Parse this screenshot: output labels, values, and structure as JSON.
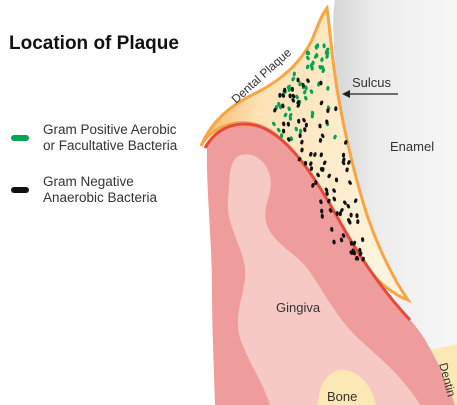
{
  "title": "Location of Plaque",
  "legend": [
    {
      "line1": "Gram Positive Aerobic",
      "line2": "or Facultative Bacteria",
      "color": "#00a651",
      "marker": "green-dash"
    },
    {
      "line1": "Gram Negative",
      "line2": "Anaerobic Bacteria",
      "color": "#111111",
      "marker": "black-dash"
    }
  ],
  "labels": {
    "dental_plaque": "Dental Plaque",
    "sulcus": "Sulcus",
    "enamel": "Enamel",
    "gingiva": "Gingiva",
    "bone": "Bone",
    "dentin": "Dentin"
  },
  "colors": {
    "enamel": "#e3e3e3",
    "gingiva_outer": "#ef9c9c",
    "gingiva_inner": "#f6c9c4",
    "plaque": "#f6a645",
    "plaque_light": "#fde2b5",
    "bone": "#fbe8b4",
    "gum_line": "#e74a3b"
  }
}
